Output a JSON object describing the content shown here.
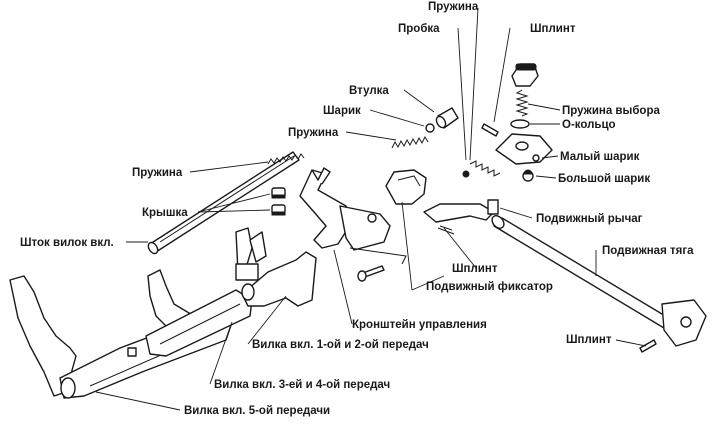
{
  "labels": {
    "spring_top": "Пружина",
    "plug": "Пробка",
    "split_pin_top": "Шплинт",
    "bushing": "Втулка",
    "ball": "Шарик",
    "spring_mid": "Пружина",
    "selector_spring": "Пружина выбора",
    "o_ring": "О-кольцо",
    "small_ball": "Малый шарик",
    "spring_left": "Пружина",
    "big_ball": "Большой шарик",
    "cover": "Крышка",
    "movable_lever": "Подвижный рычаг",
    "fork_rod": "Шток вилок вкл.",
    "movable_rod": "Подвижная тяга",
    "split_pin_mid": "Шплинт",
    "movable_detent": "Подвижный фиксатор",
    "split_pin_right": "Шплинт",
    "control_bracket": "Кронштейн управления",
    "fork_1_2": "Вилка вкл. 1-ой и 2-ой передач",
    "fork_3_4": "Вилка вкл. 3-ей и 4-ой передач",
    "fork_5": "Вилка вкл. 5-ой передачи"
  }
}
